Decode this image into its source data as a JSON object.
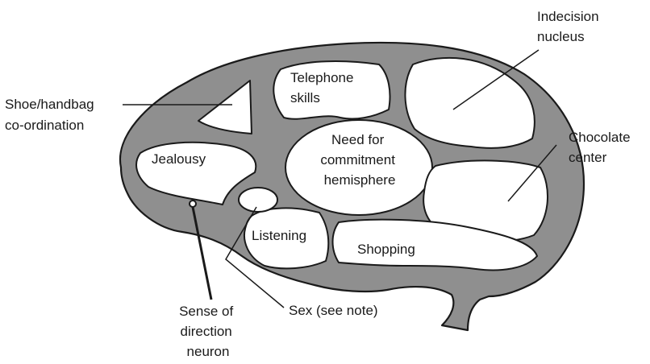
{
  "labels": {
    "shoe_handbag": [
      "Shoe/handbag",
      "co-ordination"
    ],
    "telephone": [
      "Telephone",
      "skills"
    ],
    "indecision": [
      "Indecision",
      "nucleus"
    ],
    "chocolate": [
      "Chocolate",
      "center"
    ],
    "jealousy": "Jealousy",
    "commitment": [
      "Need for",
      "commitment",
      "hemisphere"
    ],
    "listening": "Listening",
    "shopping": "Shopping",
    "direction": [
      "Sense of",
      "direction",
      "neuron"
    ],
    "sex": "Sex (see note)"
  },
  "colors": {
    "brain_fill": "#8f8f8f",
    "region_fill": "#ffffff",
    "outline": "#1a1a1a"
  }
}
